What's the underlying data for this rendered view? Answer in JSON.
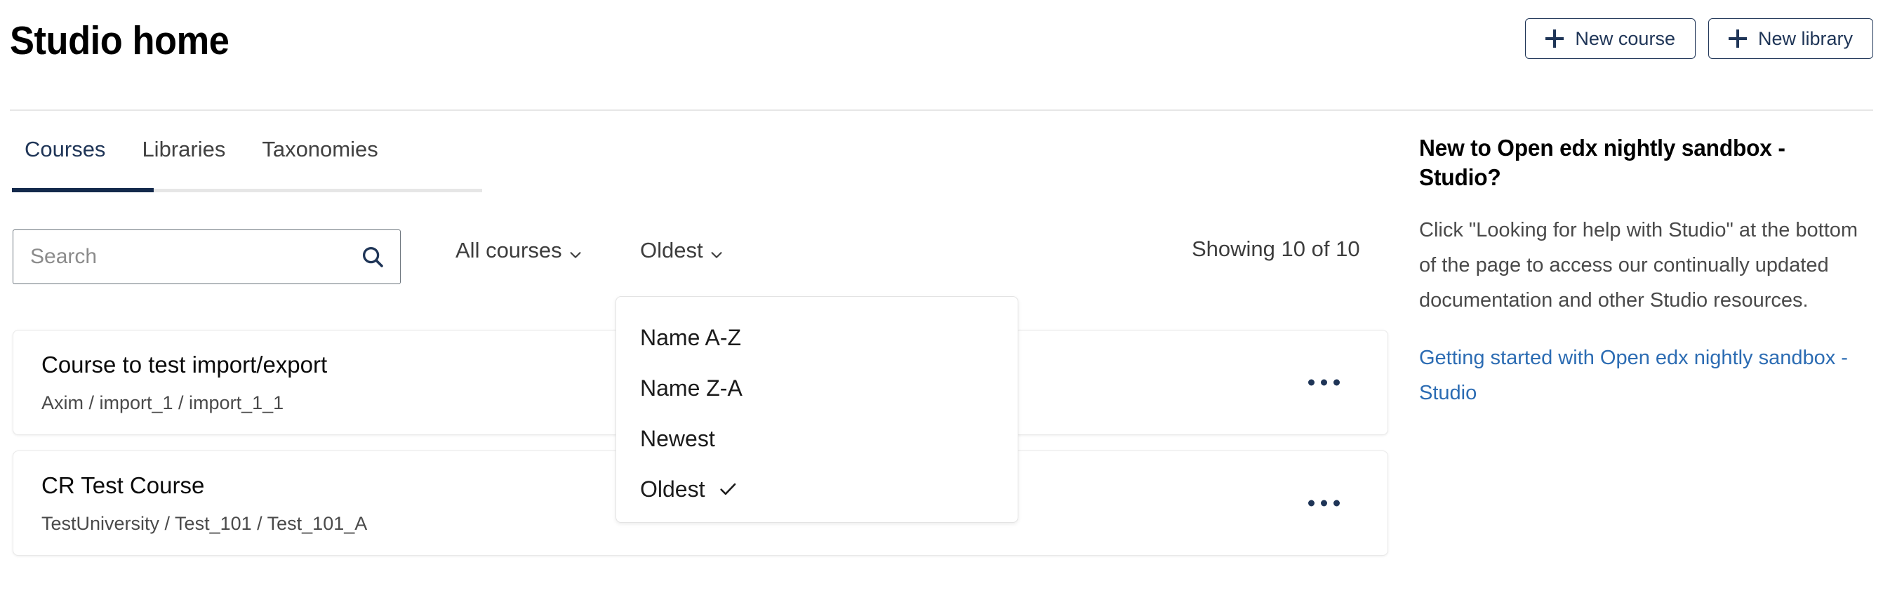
{
  "header": {
    "title": "Studio home",
    "actions": [
      {
        "label": "New course",
        "icon": "plus-icon"
      },
      {
        "label": "New library",
        "icon": "plus-icon"
      }
    ]
  },
  "tabs": [
    {
      "label": "Courses",
      "active": true
    },
    {
      "label": "Libraries",
      "active": false
    },
    {
      "label": "Taxonomies",
      "active": false
    }
  ],
  "controls": {
    "search": {
      "value": "",
      "placeholder": "Search",
      "icon": "search-icon"
    },
    "filter_courses": {
      "label": "All courses",
      "icon": "chevron-down-icon"
    },
    "sort": {
      "label": "Oldest",
      "icon": "chevron-down-icon"
    },
    "showing": "Showing 10 of 10"
  },
  "sort_menu": {
    "open": true,
    "items": [
      {
        "label": "Name A-Z",
        "selected": false
      },
      {
        "label": "Name Z-A",
        "selected": false
      },
      {
        "label": "Newest",
        "selected": false
      },
      {
        "label": "Oldest",
        "selected": true
      }
    ]
  },
  "courses": [
    {
      "title": "Course to test import/export",
      "meta": "Axim / import_1 / import_1_1",
      "menu": "..."
    },
    {
      "title": "CR Test Course",
      "meta": "TestUniversity / Test_101 / Test_101_A",
      "menu": "..."
    }
  ],
  "sidebar": {
    "title": "New to Open edx nightly sandbox - Studio?",
    "body": "Click \"Looking for help with Studio\" at the bottom of the page to access our continually updated documentation and other Studio resources.",
    "link": "Getting started with Open edx nightly sandbox - Studio"
  },
  "colors": {
    "navy": "#1f3557",
    "navy_dark": "#13294b",
    "link_blue": "#2c6cb3",
    "text_dark": "#3d3d3d",
    "border_gray": "#e6e6e6"
  }
}
